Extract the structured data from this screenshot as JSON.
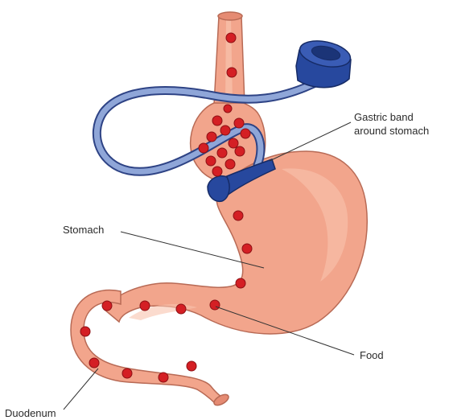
{
  "labels": {
    "gastric_band_line1": "Gastric band",
    "gastric_band_line2": "around stomach",
    "stomach": "Stomach",
    "food": "Food",
    "duodenum": "Duodenum"
  },
  "colors": {
    "tissue": "#f2a58c",
    "tissue_highlight": "#f8c3ad",
    "tissue_outline": "#b86a55",
    "food": "#d41f24",
    "band": "#27489e",
    "tube": "#8fa6d8",
    "tube_outline": "#2e4385"
  },
  "icons": {
    "port": "port-icon"
  }
}
